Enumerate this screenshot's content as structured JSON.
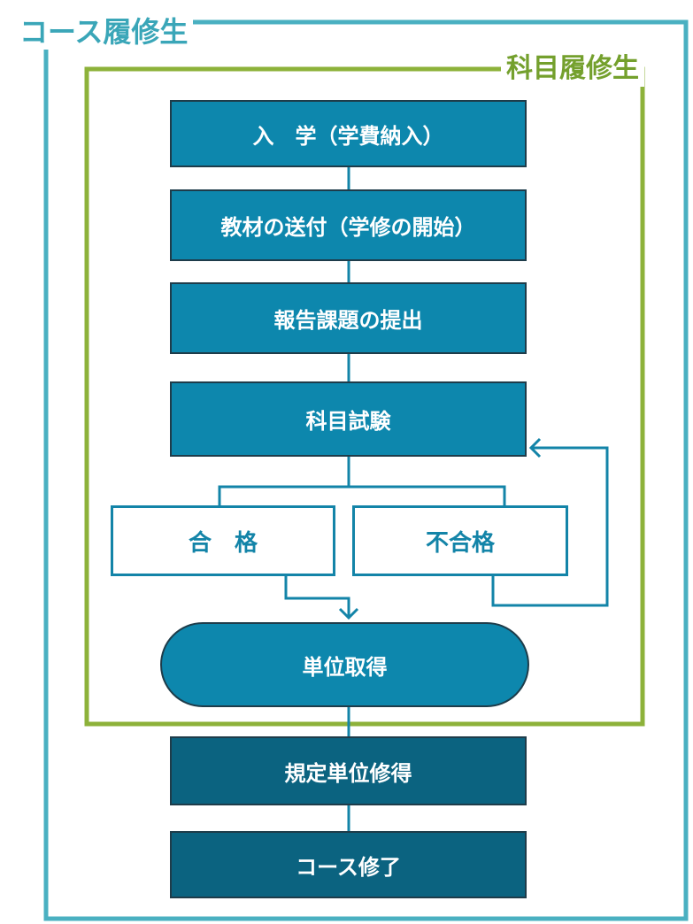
{
  "course_label": "コース履修生",
  "subject_label": "科目履修生",
  "steps": {
    "enrollment": "入　学（学費納入）",
    "materials": "教材の送付（学修の開始）",
    "report": "報告課題の提出",
    "exam": "科目試験",
    "pass": "合　格",
    "fail": "不合格",
    "credit": "単位取得",
    "required_credits": "規定単位修得",
    "completion": "コース修了"
  },
  "colors": {
    "course_frame": "#4ab0c1",
    "subject_frame": "#8db23a",
    "step_fill": "#0d87ad",
    "dark_fill": "#0b6380",
    "connector": "#1384a8"
  }
}
